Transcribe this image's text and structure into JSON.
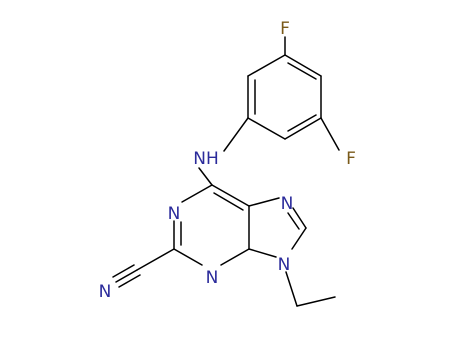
{
  "molecule": {
    "atoms": {
      "F_top": "F",
      "F_right": "F",
      "NH": "NH",
      "N1": "N",
      "N3": "N",
      "N7": "N",
      "N9": "N",
      "N_nitrile": "N"
    }
  },
  "colors": {
    "bond": "#000000",
    "nitrogen": "#2b2b9b",
    "fluorine": "#7a5a1a",
    "background": "#ffffff"
  }
}
